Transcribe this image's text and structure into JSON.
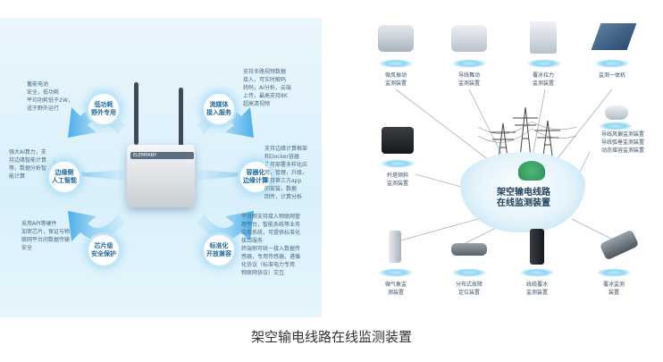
{
  "left": {
    "features": [
      {
        "title": "低功耗\n野外专用",
        "desc": "蓄能电池\n安全，低功耗\n平均功耗低于2W，\n适于野外运行"
      },
      {
        "title": "流媒体\n接入服务",
        "desc": "支持多路视频数据\n接入，可实时解码\n转码，AI分析，云端\n上传，最高支持8K\n超高清视频"
      },
      {
        "title": "边缘侧\n人工智能",
        "desc": "强大AI算力，支\n持边缘智能计算\n等，数据分析智\n能计算"
      },
      {
        "title": "容器化\n边缘计算",
        "desc": "支持边缘计算框架\n和Docker容器\n，可部署多样化应\n用，管理，升级，\n支持第三方app\n的安装，数据\n回传，计算分析"
      },
      {
        "title": "芯片级\n安全保护",
        "desc": "采用API等硬件\n加密芯片，保证与物\n联网平台间数据传输\n安全"
      },
      {
        "title": "标准化\n开放兼容",
        "desc": "平台侧支持接入物联网管\n理平台，智能系统等业务\n应用系统，可提供标准化\n接口服务\n终端侧可统一接入数据传\n感器，专用传感器，遵循\n化协议（标准电力专用\n物联网协议）交互"
      }
    ]
  },
  "right": {
    "devices": [
      {
        "label": "微风振动\n监测装置"
      },
      {
        "label": "导线舞动\n监测装置"
      },
      {
        "label": "覆冰拉力\n监测装置"
      },
      {
        "label": "监测一体机"
      },
      {
        "label": "杆塔倾斜\n监测装置"
      },
      {
        "label": "导线风偏监测装置\n导线弧垂监测装置\n动态增容监测装置"
      },
      {
        "label": "微气象监\n测装置"
      },
      {
        "label": "分布式故障\n定位装置"
      },
      {
        "label": "线缆覆冰\n监测装置"
      },
      {
        "label": "覆冰监测\n装置"
      }
    ],
    "center_title": "架空输电线路\n在线监测装置",
    "device_brand": "ELEMPANY"
  },
  "caption": "架空输电线路在线监测装置"
}
